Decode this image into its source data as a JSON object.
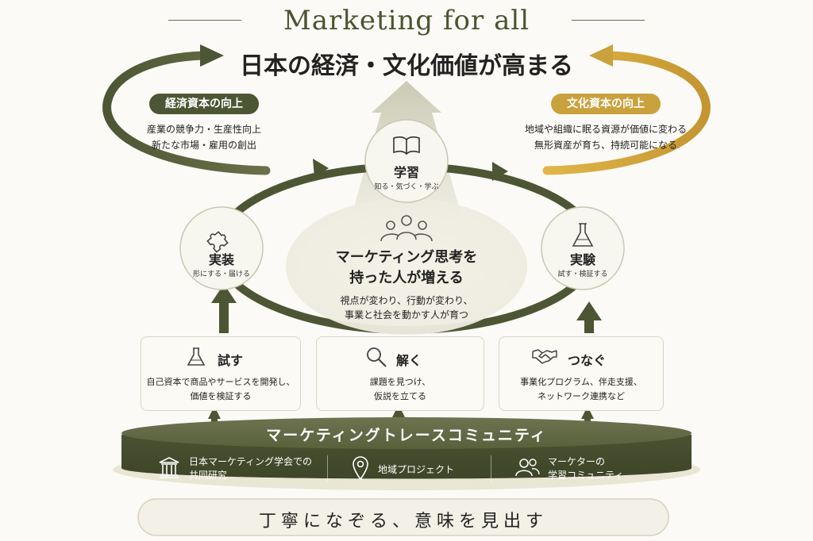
{
  "header": {
    "title_en": "Marketing for all",
    "title_jp": "日本の経済・文化価値が高まる"
  },
  "left_panel": {
    "badge": "経済資本の向上",
    "lines": [
      "産業の競争力・生産性向上",
      "新たな市場・雇用の創出"
    ]
  },
  "right_panel": {
    "badge": "文化資本の向上",
    "lines": [
      "地域や組織に眠る資源が価値に変わる",
      "無形資産が育ち、持続可能になる"
    ]
  },
  "cycle_nodes": {
    "learning": {
      "title": "学習",
      "sub": "知る・気づく・学ぶ",
      "icon": "book-icon"
    },
    "implementation": {
      "title": "実装",
      "sub": "形にする・届ける",
      "icon": "puzzle-icon"
    },
    "experiment": {
      "title": "実験",
      "sub": "試す・検証する",
      "icon": "flask-icon"
    }
  },
  "center": {
    "heading": [
      "マーケティング思考を",
      "持った人が増える"
    ],
    "body": [
      "視点が変わり、行動が変わり、",
      "事業と社会を動かす人が育つ"
    ],
    "icon": "people-icon"
  },
  "boxes": [
    {
      "title": "試す",
      "lines": [
        "自己資本で商品やサービスを開発し、",
        "価値を検証する"
      ],
      "icon": "flask-icon"
    },
    {
      "title": "解く",
      "lines": [
        "課題を見つけ、",
        "仮説を立てる"
      ],
      "icon": "magnifier-icon"
    },
    {
      "title": "つなぐ",
      "lines": [
        "事業化プログラム、伴走支援、",
        "ネットワーク連携など"
      ],
      "icon": "handshake-icon"
    }
  ],
  "platform": {
    "title": "マーケティングトレースコミュニティ",
    "items": [
      {
        "lines": [
          "日本マーケティング学会での",
          "共同研究"
        ],
        "icon": "building-icon"
      },
      {
        "lines": [
          "地域プロジェクト"
        ],
        "icon": "location-pin-icon"
      },
      {
        "lines": [
          "マーケターの",
          "学習コミュニティ"
        ],
        "icon": "group-icon"
      }
    ]
  },
  "footer": {
    "text": "丁寧になぞる、意味を見出す"
  },
  "colors": {
    "olive_dark": "#4d5634",
    "olive_mid": "#6a7048",
    "gold": "#c9a13d",
    "cream": "#f3f1e7"
  }
}
